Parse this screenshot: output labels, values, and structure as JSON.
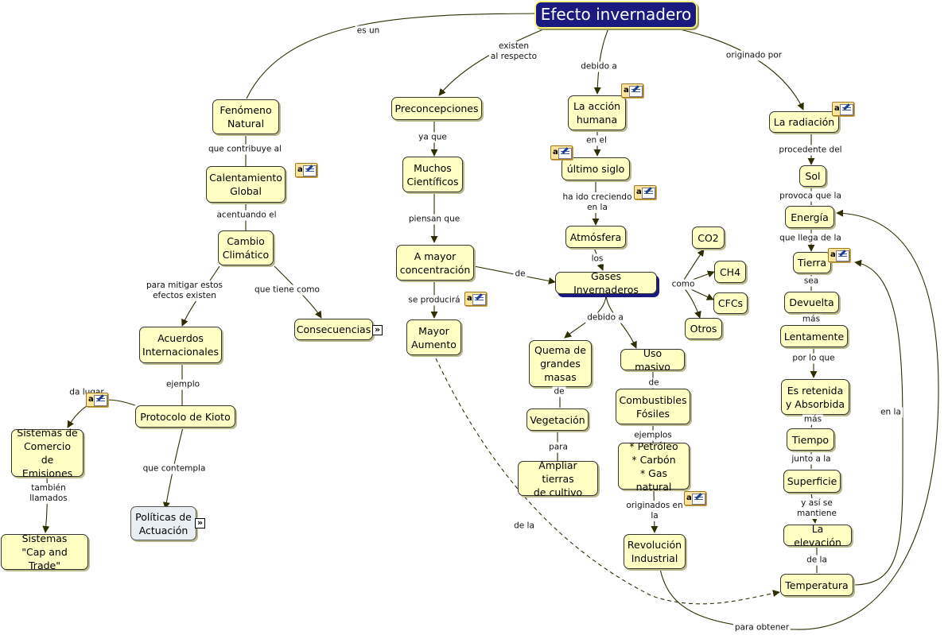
{
  "root": {
    "label": "Efecto invernadero"
  },
  "nodes": {
    "fenomeno": "Fenómeno\nNatural",
    "calentamiento": "Calentamiento\nGlobal",
    "cambio": "Cambio\nClimático",
    "acuerdos": "Acuerdos\nInternacionales",
    "consecuencias": "Consecuencias",
    "kioto": "Protocolo de Kioto",
    "sistemas_comercio": "Sistemas de\nComercio\nde Emisiones",
    "politicas": "Políticas de\nActuación",
    "cap_trade": "Sistemas\n\"Cap and Trade\"",
    "preconcepciones": "Preconcepciones",
    "cientificos": "Muchos\nCientíficos",
    "mayor_concentracion": "A mayor\nconcentración",
    "mayor_aumento": "Mayor\nAumento",
    "accion_humana": "La acción\nhumana",
    "ultimo_siglo": "último siglo",
    "atmosfera": "Atmósfera",
    "gases": "Gases Invernaderos",
    "co2": "CO2",
    "ch4": "CH4",
    "cfcs": "CFCs",
    "otros": "Otros",
    "quema": "Quema de\ngrandes\nmasas",
    "vegetacion": "Vegetación",
    "ampliar": "Ampliar tierras\nde cultivo",
    "uso_masivo": "Uso masivo",
    "combustibles": "Combustibles\nFósiles",
    "petroleo": "* Petróleo\n* Carbón\n* Gas natural",
    "revolucion": "Revolución\nIndustrial",
    "radiacion": "La radiación",
    "sol": "Sol",
    "energia": "Energía",
    "tierra": "Tierra",
    "devuelta": "Devuelta",
    "lentamente": "Lentamente",
    "retenida": "Es retenida\ny Absorbida",
    "tiempo": "Tiempo",
    "superficie": "Superficie",
    "elevacion": "La elevación",
    "temperatura": "Temperatura"
  },
  "links": {
    "es_un": "es un",
    "existen": "existen\nal respecto",
    "debido_a_top": "debido a",
    "originado_por": "originado por",
    "contribuye": "que contribuye al",
    "acentuando": "acentuando el",
    "mitigar": "para mitigar estos\nefectos existen",
    "tiene_como": "que tiene como",
    "ejemplo": "ejemplo",
    "da_lugar": "da lugar",
    "contempla": "que contempla",
    "tambien": "también\nllamados",
    "ya_que": "ya que",
    "piensan": "piensan que",
    "se_producira": "se producirá",
    "de_gases": "de",
    "de_la_dashed": "de la",
    "en_el": "en el",
    "creciendo": "ha ido creciendo\nen la",
    "los": "los",
    "como": "como",
    "debido_a_gases": "debido a",
    "de_quema": "de",
    "para": "para",
    "de_uso": "de",
    "ejemplos": "ejemplos",
    "originados": "originados en\nla",
    "procedente": "procedente del",
    "provoca": "provoca que la",
    "llega": "que llega de la",
    "sea": "sea",
    "mas1": "más",
    "por_lo_que": "por lo que",
    "mas2": "más",
    "junto": "junto a la",
    "asi": "y así se\nmantiene",
    "de_la": "de la",
    "en_la": "en la",
    "para_obtener": "para obtener"
  },
  "colors": {
    "line": "#2e2e00",
    "node_fill": "#ffffc4",
    "root_fill": "#1a1a80",
    "root_border": "#f7f27a"
  }
}
